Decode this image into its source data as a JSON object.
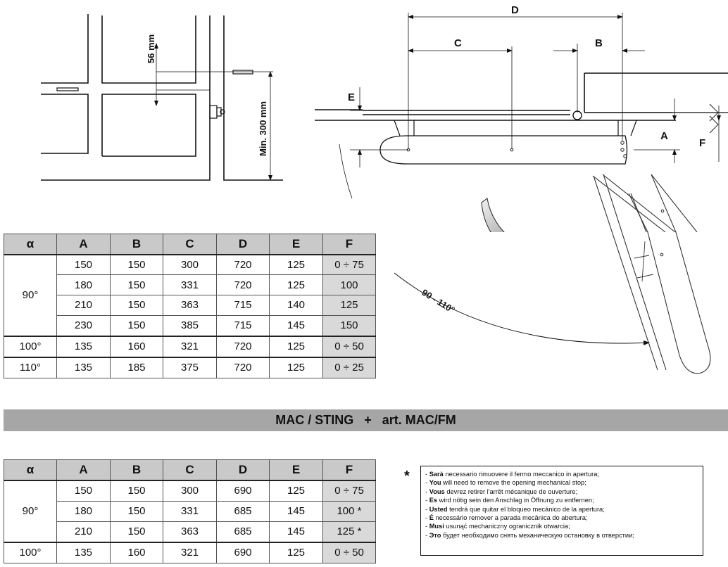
{
  "drawing": {
    "dim_56": "56 mm",
    "dim_min300": "Min. 300 mm",
    "label_A": "A",
    "label_B": "B",
    "label_C": "C",
    "label_D": "D",
    "label_E": "E",
    "label_F": "F",
    "angle_label": "90 - 110°"
  },
  "table1": {
    "headers": [
      "α",
      "A",
      "B",
      "C",
      "D",
      "E",
      "F"
    ],
    "groups": [
      {
        "alpha": "90°",
        "rows": [
          [
            "150",
            "150",
            "300",
            "720",
            "125",
            "0 ÷ 75"
          ],
          [
            "180",
            "150",
            "331",
            "720",
            "125",
            "100"
          ],
          [
            "210",
            "150",
            "363",
            "715",
            "140",
            "125"
          ],
          [
            "230",
            "150",
            "385",
            "715",
            "145",
            "150"
          ]
        ]
      },
      {
        "alpha": "100°",
        "rows": [
          [
            "135",
            "160",
            "321",
            "720",
            "125",
            "0 ÷ 50"
          ]
        ]
      },
      {
        "alpha": "110°",
        "rows": [
          [
            "135",
            "185",
            "375",
            "720",
            "125",
            "0 ÷ 25"
          ]
        ]
      }
    ]
  },
  "banner": "MAC / STING   +   art. MAC/FM",
  "table2": {
    "headers": [
      "α",
      "A",
      "B",
      "C",
      "D",
      "E",
      "F"
    ],
    "groups": [
      {
        "alpha": "90°",
        "rows": [
          [
            "150",
            "150",
            "300",
            "690",
            "125",
            "0 ÷ 75"
          ],
          [
            "180",
            "150",
            "331",
            "685",
            "145",
            "100 *"
          ],
          [
            "210",
            "150",
            "363",
            "685",
            "145",
            "125 *"
          ]
        ]
      },
      {
        "alpha": "100°",
        "rows": [
          [
            "135",
            "160",
            "321",
            "690",
            "125",
            "0 ÷ 50"
          ]
        ]
      }
    ]
  },
  "footnote": {
    "marker": "*",
    "lines": [
      {
        "lead": "Sarà",
        "text": " necessario rimuovere il fermo meccanico in apertura;"
      },
      {
        "lead": "You",
        "text": " will need to remove the opening mechanical stop;"
      },
      {
        "lead": "Vous",
        "text": " devrez retirer l'arrêt mécanique de ouverture;"
      },
      {
        "lead": "Es",
        "text": " wird nötig sein den Anschlag in Öffnung zu entfernen;"
      },
      {
        "lead": "Usted",
        "text": " tendrá que quitar el bloqueo mecánico de la apertura;"
      },
      {
        "lead": "É",
        "text": " necessário remover a parada mecânica do abertura;"
      },
      {
        "lead": "Musi",
        "text": " usunąć mechaniczny ogranicznik otwarcia;"
      },
      {
        "lead": "Это",
        "text": " будет необходимо снять механическую остановку в отверстии;"
      }
    ]
  }
}
